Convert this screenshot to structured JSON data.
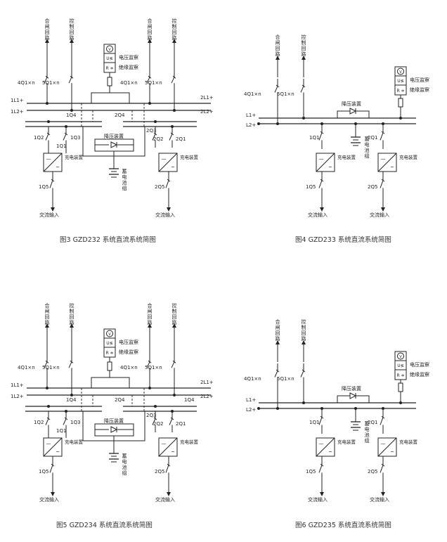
{
  "labels": {
    "closing_circuit": "合闸回路",
    "control_circuit": "控制回路",
    "voltage_monitor": "电压监察",
    "insulation_monitor": "绝缘监察",
    "step_down": "降压装置",
    "battery": "蓄电池组",
    "charger": "充电装置",
    "ac_input": "交流输入",
    "v_symbol": "V",
    "u_symbol": "U≶",
    "r_symbol": "R ≑",
    "breaker_4q1": "4Q1×n",
    "breaker_5q1": "5Q1×n",
    "bus_1l1": "1L1+",
    "bus_1l2": "1L2+",
    "bus_2l1": "2L1+",
    "bus_2l2": "2L2+",
    "bus_l1": "L1+",
    "bus_l2": "L2+",
    "sw_1q1": "1Q1",
    "sw_1q2": "1Q2",
    "sw_1q3": "1Q3",
    "sw_1q4": "1Q4",
    "sw_1q5": "1Q5",
    "sw_2q1": "2Q1",
    "sw_2q2": "2Q2",
    "sw_2q3": "2Q3",
    "sw_2q4": "2Q4",
    "sw_2q5": "2Q5"
  },
  "captions": {
    "fig3": "图3 GZD232 系统直流系统简图",
    "fig4": "图4 GZD233 系统直流系统简图",
    "fig5": "图5 GZD234 系统直流系统简图",
    "fig6": "图6 GZD235 系统直流系统简图"
  }
}
